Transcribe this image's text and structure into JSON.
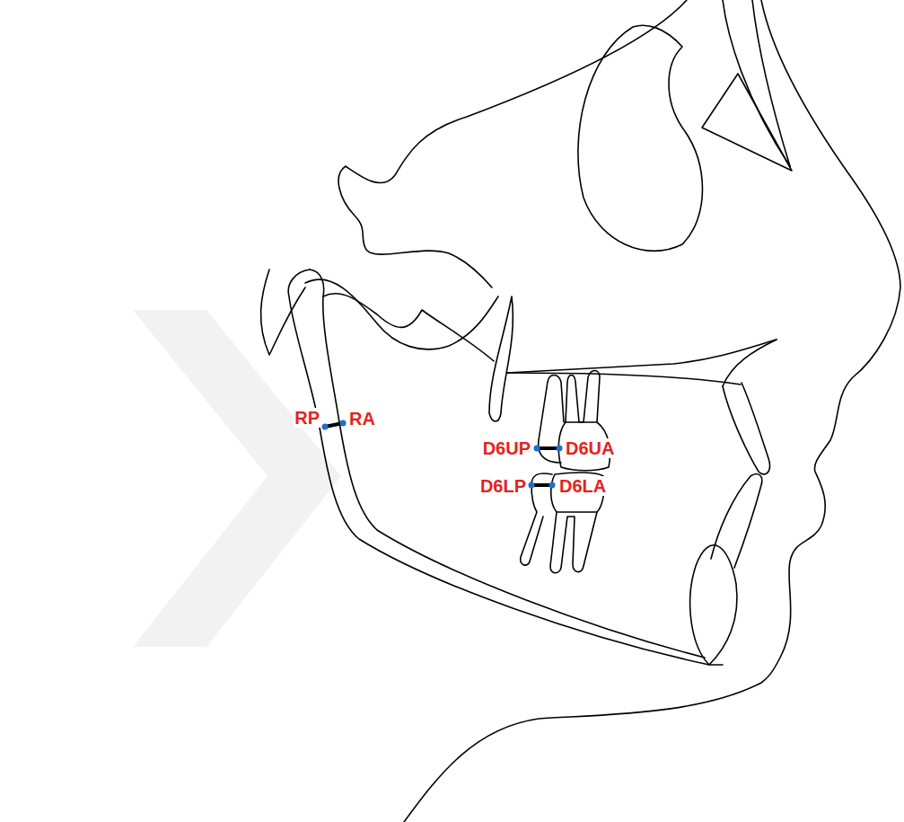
{
  "diagram": {
    "labels": [
      "RP",
      "RA",
      "D6UP",
      "D6UA",
      "D6LP",
      "D6LA"
    ]
  }
}
